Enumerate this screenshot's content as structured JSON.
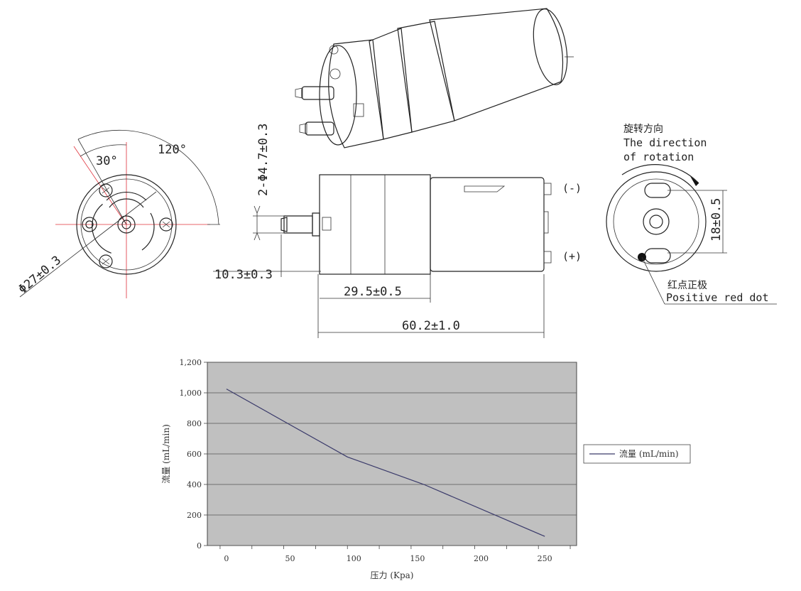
{
  "drawing": {
    "dimensions": {
      "angle_small": "30°",
      "angle_large": "120°",
      "diameter": "Φ27±0.3",
      "port": "2-Φ4.7±0.3",
      "nozzle_len": "10.3±0.3",
      "pump_len": "29.5±0.5",
      "total_len": "60.2±1.0",
      "height": "18±0.5"
    },
    "terminals": {
      "neg": "(-)",
      "pos": "(+)"
    },
    "rotation": {
      "zh": "旋转方向",
      "en_line1": "The direction",
      "en_line2": "of rotation"
    },
    "red_dot": {
      "zh": "红点正极",
      "en": "Positive red dot"
    }
  },
  "chart_data": {
    "type": "line",
    "x": [
      0,
      95,
      155,
      250
    ],
    "series": [
      {
        "name": "流量 (mL/min)",
        "values": [
          1025,
          580,
          400,
          60
        ]
      }
    ],
    "xlabel": "压力 (Kpa)",
    "ylabel": "流量 (mL/min)",
    "xlim": [
      -15,
      275
    ],
    "ylim": [
      0,
      1200
    ],
    "xticks": [
      0,
      50,
      100,
      150,
      200,
      250
    ],
    "xtick_labels": [
      "0",
      "50",
      "100",
      "150",
      "200",
      "250"
    ],
    "yticks": [
      0,
      200,
      400,
      600,
      800,
      1000,
      1200
    ],
    "ytick_labels": [
      "0",
      "200",
      "400",
      "600",
      "800",
      "1,000",
      "1,200"
    ],
    "grid": true,
    "legend": "right",
    "colors": {
      "plot_bg": "#c0c0c0",
      "line": "#3a3a6a",
      "grid": "#555555"
    }
  }
}
